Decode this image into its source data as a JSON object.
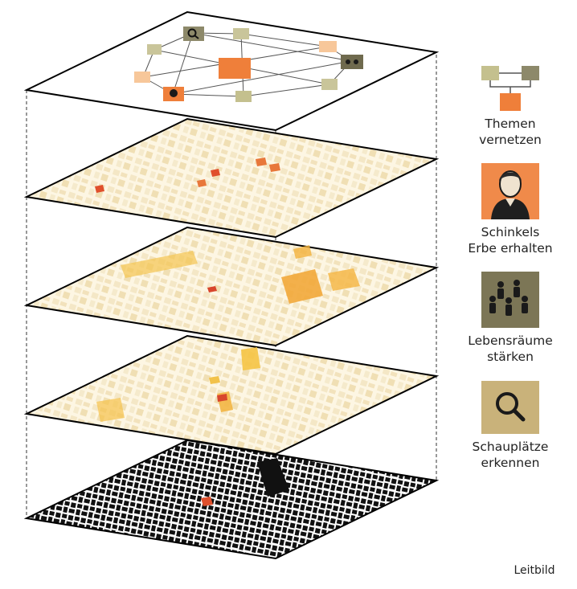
{
  "legend": [
    {
      "line1": "Themen",
      "line2": "vernetzen",
      "icon": "network-squares-icon"
    },
    {
      "line1": "Schinkels",
      "line2": "Erbe erhalten",
      "icon": "portrait-icon"
    },
    {
      "line1": "Lebensräume",
      "line2": "stärken",
      "icon": "people-group-icon"
    },
    {
      "line1": "Schauplätze",
      "line2": "erkennen",
      "icon": "magnifier-icon"
    }
  ],
  "caption": "Leitbild",
  "colors": {
    "orange": "#ef7f3a",
    "light_orange": "#f7c79a",
    "olive": "#c4c08e",
    "brown_olive": "#7c7656",
    "khaki": "#c9b27a",
    "map_bg": "#fdf7e6",
    "highlight_yellow": "#f5c444",
    "highlight_red": "#d8462c"
  }
}
